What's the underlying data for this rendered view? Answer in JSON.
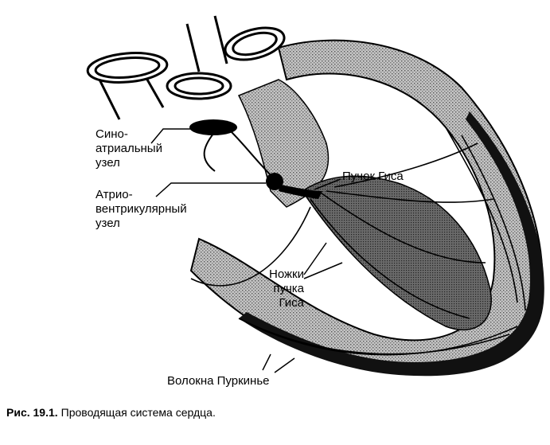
{
  "labels": {
    "sa_node": [
      "Сино-",
      "атриальный",
      "узел"
    ],
    "av_node": [
      "Атрио-",
      "вентрикулярный",
      "узел"
    ],
    "his_bundle": "Пучок Гиса",
    "bundle_branches": [
      "Ножки",
      "пучка",
      "Гиса"
    ],
    "purkinje": "Волокна Пуркинье"
  },
  "caption": {
    "number": "Рис. 19.1.",
    "text": "Проводящая система сердца."
  }
}
